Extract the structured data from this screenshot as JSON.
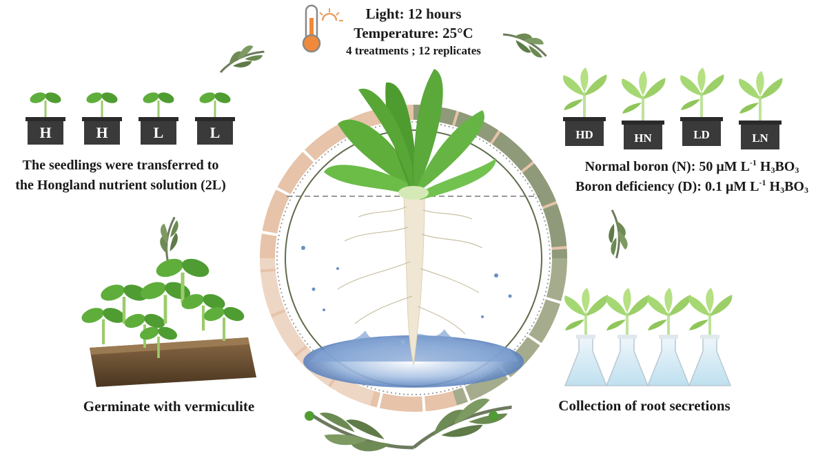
{
  "conditions": {
    "light": "Light: 12 hours",
    "temperature": "Temperature: 25°C",
    "design": "4 treatments ; 12 replicates"
  },
  "step_transfer": {
    "line1": "The seedlings were transferred to",
    "line2": "the Hongland nutrient solution (2L)",
    "pot_labels": [
      "H",
      "H",
      "L",
      "L"
    ]
  },
  "step_treatment": {
    "pot_labels": [
      "HD",
      "HN",
      "LD",
      "LN"
    ],
    "normal": {
      "prefix": "Normal boron (N): 50 μM L",
      "sup": "-1",
      "mid": " H",
      "sub1": "3",
      "mid2": "BO",
      "sub2": "3"
    },
    "deficiency": {
      "prefix": "Boron deficiency (D): 0.1 μM L",
      "sup": "-1",
      "mid": " H",
      "sub1": "3",
      "mid2": "BO",
      "sub2": "3"
    }
  },
  "step_germinate": {
    "label": "Germinate with vermiculite"
  },
  "step_collect": {
    "label": "Collection of root secretions"
  },
  "colors": {
    "leaf_green": "#5fae3c",
    "leaf_light": "#a9d67a",
    "ring_warm": "#e8c2a8",
    "ring_olive": "#8e9a78",
    "root_cream": "#f1ead8",
    "water_blue": "#6c90c4",
    "pot_dark": "#3a3a3a",
    "thermo_orange": "#f08a3a"
  },
  "icons": [
    "thermometer-icon",
    "sun-icon",
    "leaf-arrow-icon"
  ]
}
